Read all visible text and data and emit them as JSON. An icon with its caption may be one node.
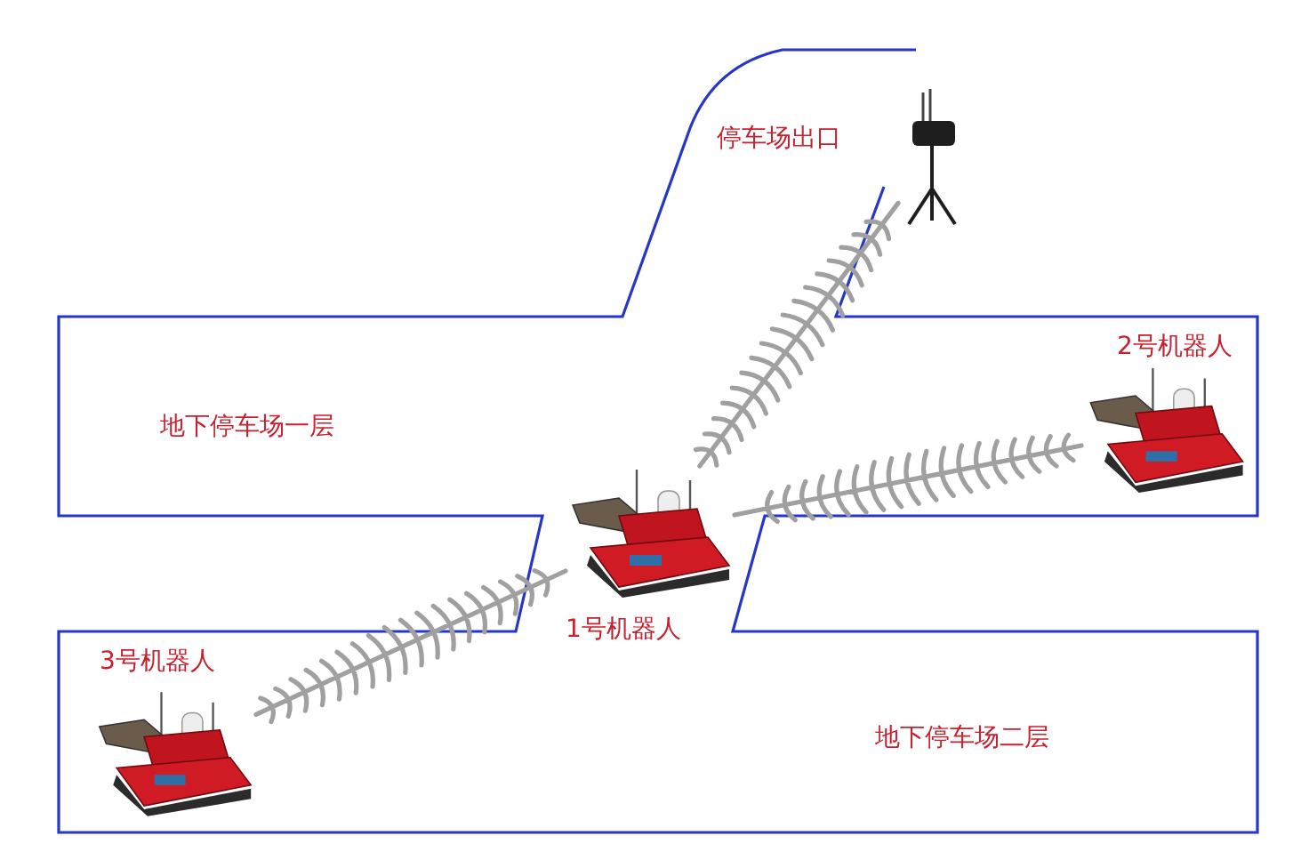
{
  "diagram": {
    "nodes": [
      {
        "text": [],
        "shape": "picture"
      },
      {
        "text": [],
        "shape": "picture",
        "beside": [
          "2号机器人"
        ]
      },
      {
        "text": [],
        "shape": "picture",
        "beside": [
          "1号机器人"
        ]
      },
      {
        "text": [],
        "shape": "picture",
        "beside": [
          "3号机器人"
        ]
      }
    ],
    "edges": [
      {
        "from": 2,
        "to": 0,
        "arrow": "none"
      },
      {
        "from": 1,
        "to": 2,
        "arrow": "none"
      },
      {
        "from": 3,
        "to": 2,
        "arrow": "none"
      }
    ],
    "labels": [
      "停车场出口",
      "地下停车场一层",
      "地下停车场二层"
    ]
  }
}
